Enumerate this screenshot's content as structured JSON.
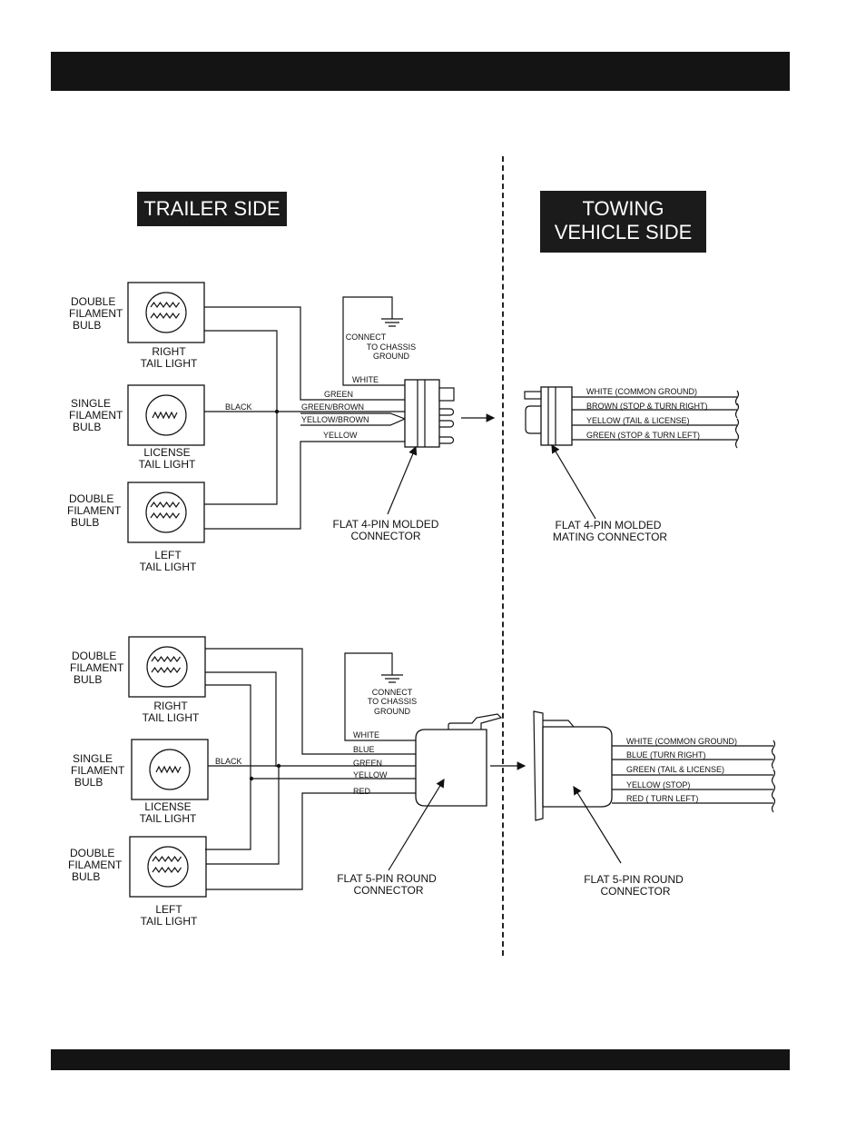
{
  "headings": {
    "trailer_side": "TRAILER SIDE",
    "towing_line1": "TOWING",
    "towing_line2": "VEHICLE SIDE"
  },
  "diagram_4pin": {
    "bulbs": [
      {
        "type": [
          "DOUBLE",
          "FILAMENT",
          "BULB"
        ],
        "name": [
          "RIGHT",
          "TAIL LIGHT"
        ]
      },
      {
        "type": [
          "SINGLE",
          "FILAMENT",
          "BULB"
        ],
        "name": [
          "LICENSE",
          "TAIL LIGHT"
        ]
      },
      {
        "type": [
          "DOUBLE",
          "FILAMENT",
          "BULB"
        ],
        "name": [
          "LEFT",
          "TAIL LIGHT"
        ]
      }
    ],
    "black": "BLACK",
    "ground": [
      "CONNECT",
      "TO CHASSIS",
      "GROUND"
    ],
    "trailer_wires": [
      "WHITE",
      "GREEN",
      "GREEN/BROWN",
      "YELLOW/BROWN",
      "YELLOW"
    ],
    "connector": [
      "FLAT 4-PIN MOLDED",
      "CONNECTOR"
    ],
    "vehicle_wires": [
      "WHITE (COMMON GROUND)",
      "BROWN (STOP & TURN RIGHT)",
      "YELLOW (TAIL & LICENSE)",
      "GREEN (STOP & TURN LEFT)"
    ],
    "mating_connector": [
      "FLAT 4-PIN MOLDED",
      "MATING CONNECTOR"
    ]
  },
  "diagram_5pin": {
    "bulbs": [
      {
        "type": [
          "DOUBLE",
          "FILAMENT",
          "BULB"
        ],
        "name": [
          "RIGHT",
          "TAIL LIGHT"
        ]
      },
      {
        "type": [
          "SINGLE",
          "FILAMENT",
          "BULB"
        ],
        "name": [
          "LICENSE",
          "TAIL LIGHT"
        ]
      },
      {
        "type": [
          "DOUBLE",
          "FILAMENT",
          "BULB"
        ],
        "name": [
          "LEFT",
          "TAIL LIGHT"
        ]
      }
    ],
    "black": "BLACK",
    "ground": [
      "CONNECT",
      "TO CHASSIS",
      "GROUND"
    ],
    "trailer_wires": [
      "WHITE",
      "BLUE",
      "GREEN",
      "YELLOW",
      "RED"
    ],
    "connector": [
      "FLAT 5-PIN ROUND",
      "CONNECTOR"
    ],
    "vehicle_wires": [
      "WHITE (COMMON GROUND)",
      "BLUE (TURN RIGHT)",
      "GREEN (TAIL & LICENSE)",
      "YELLOW (STOP)",
      "RED ( TURN LEFT)"
    ],
    "vehicle_connector": [
      "FLAT 5-PIN ROUND",
      "CONNECTOR"
    ]
  }
}
